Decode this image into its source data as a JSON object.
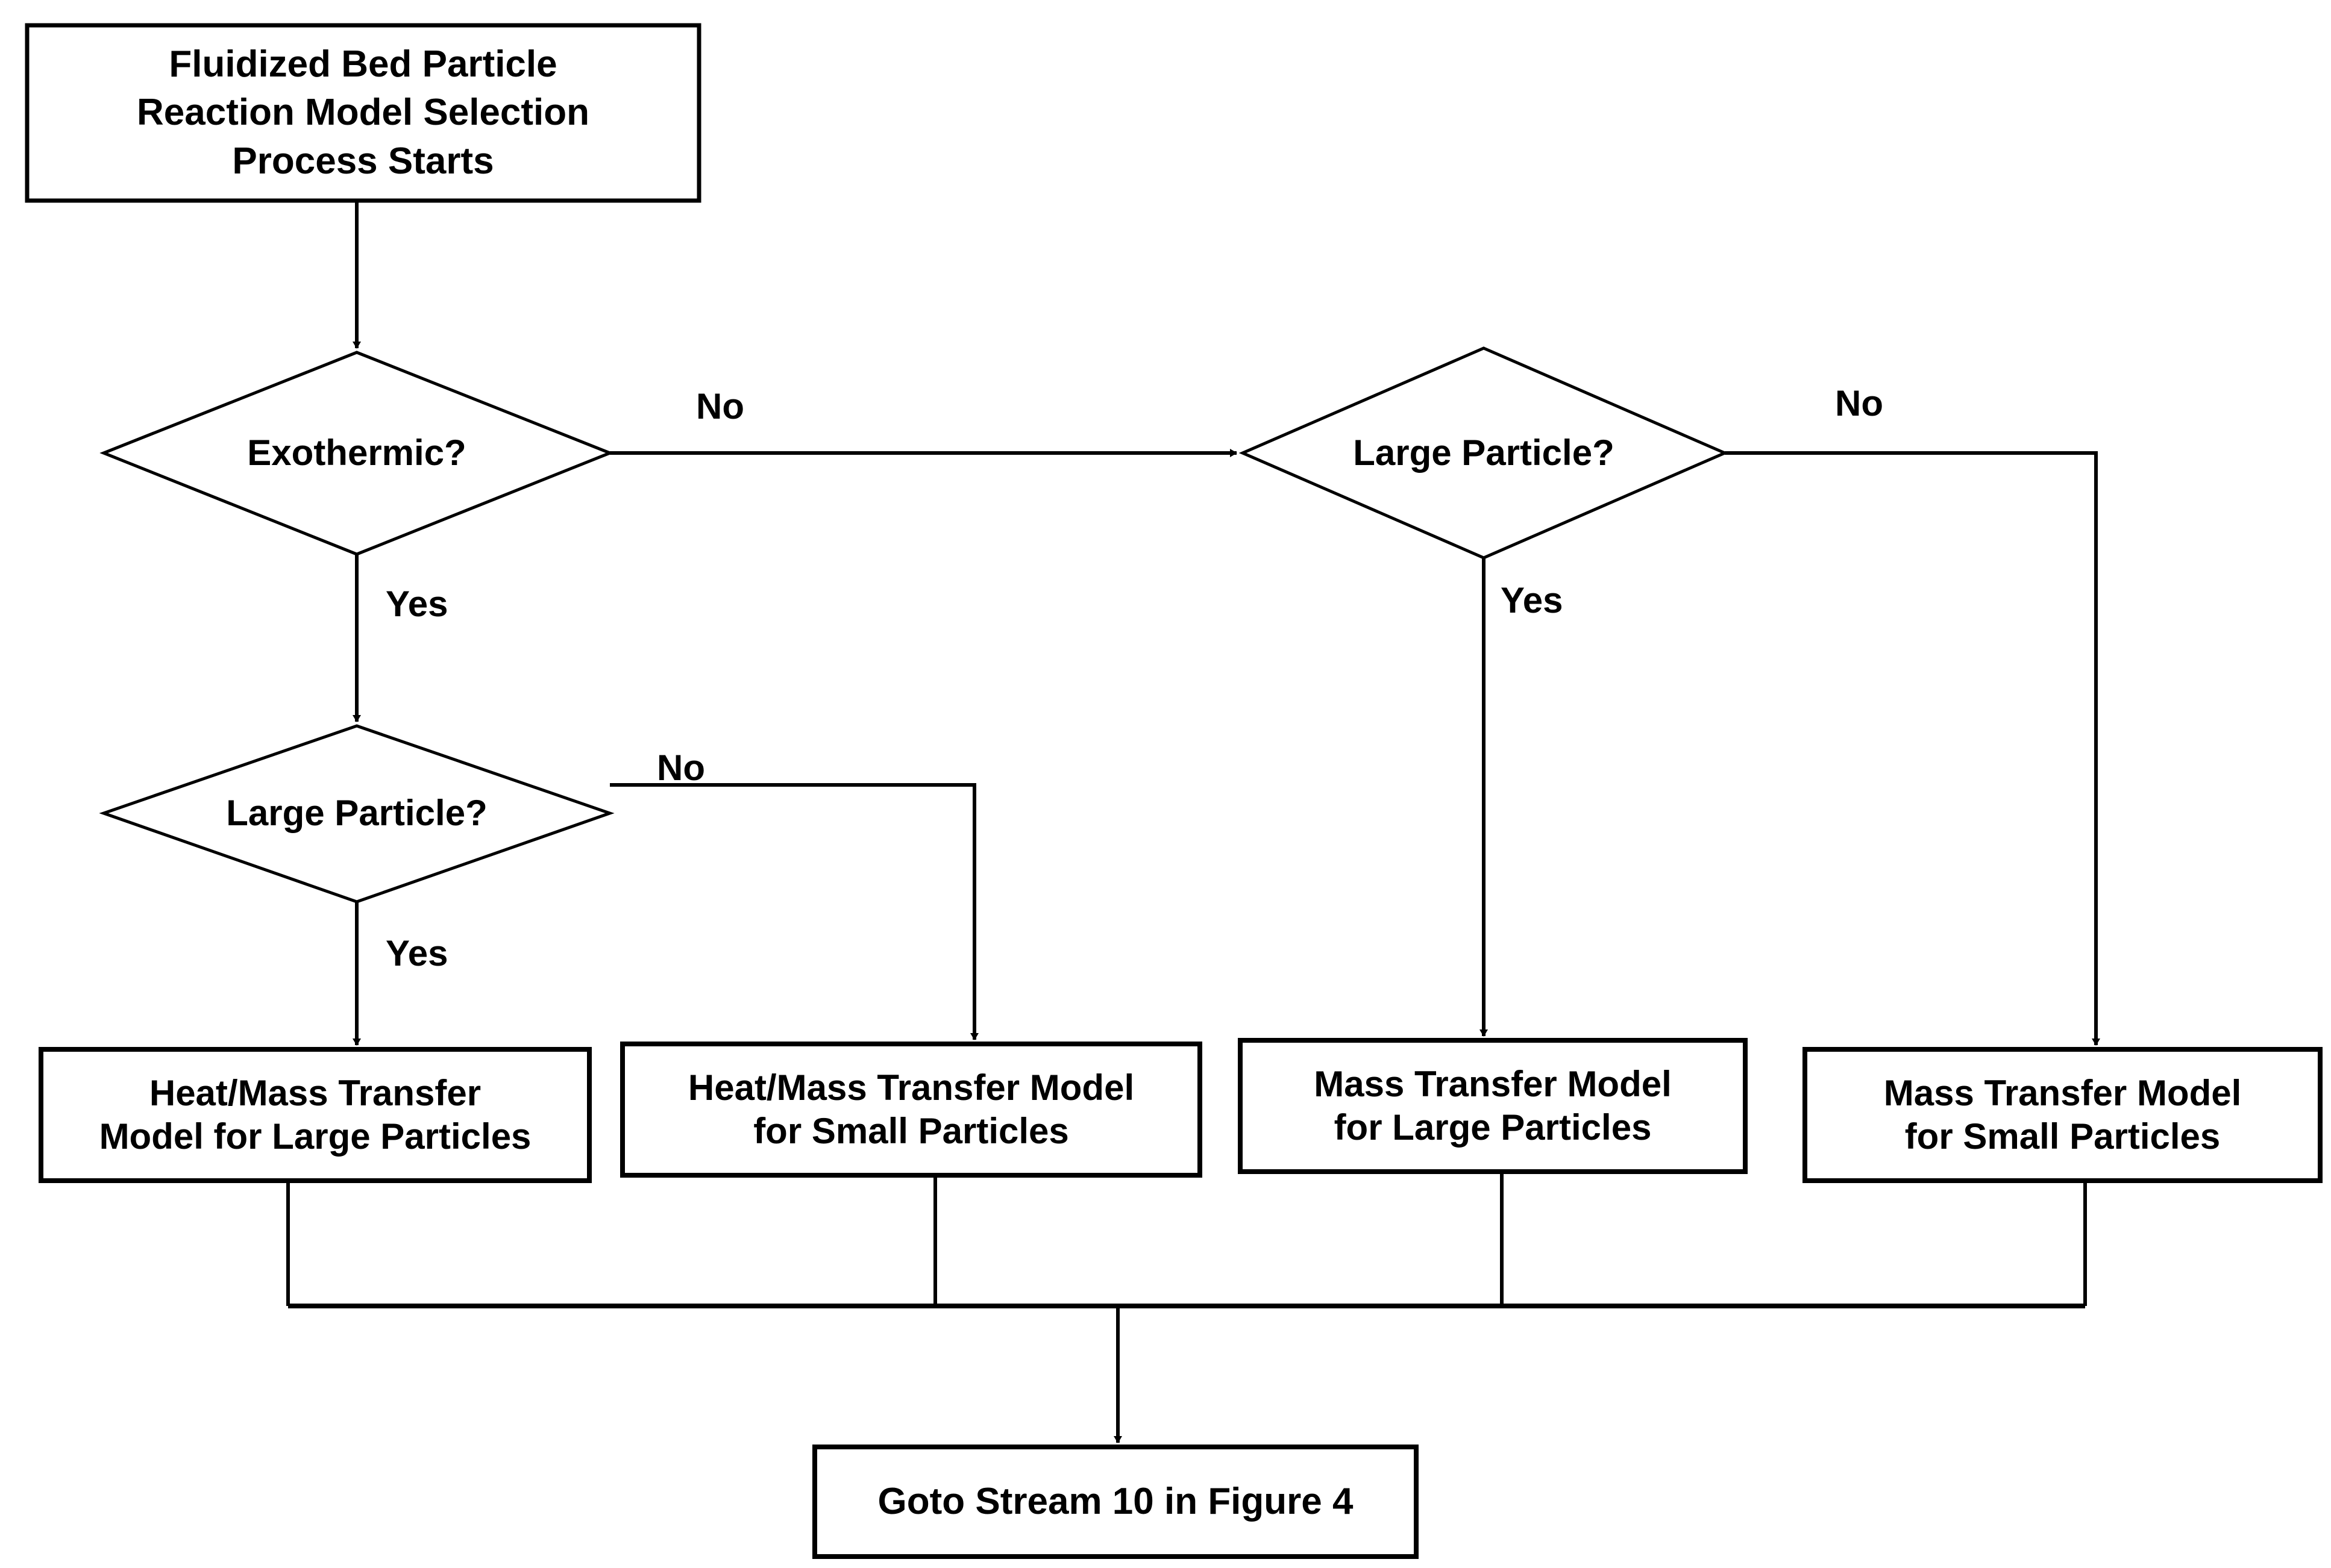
{
  "diagram": {
    "title": "Fluidized Bed Particle Reaction Model Selection Process",
    "type": "flowchart",
    "background_color": "#ffffff",
    "line_color": "#000000",
    "text_color": "#000000"
  },
  "nodes": {
    "start": {
      "shape": "process",
      "label": "Fluidized Bed Particle\nReaction Model Selection\nProcess Starts"
    },
    "decision_exothermic": {
      "shape": "decision",
      "label": "Exothermic?"
    },
    "decision_large_particle_right": {
      "shape": "decision",
      "label": "Large Particle?"
    },
    "decision_large_particle_left": {
      "shape": "decision",
      "label": "Large Particle?"
    },
    "heat_mass_large": {
      "shape": "process",
      "label": "Heat/Mass Transfer\nModel for Large Particles"
    },
    "heat_mass_small": {
      "shape": "process",
      "label": "Heat/Mass Transfer Model\nfor Small Particles"
    },
    "mass_large": {
      "shape": "process",
      "label": "Mass Transfer Model\nfor Large Particles"
    },
    "mass_small": {
      "shape": "process",
      "label": "Mass Transfer Model\nfor Small Particles"
    },
    "goto": {
      "shape": "process",
      "label": "Goto Stream 10 in Figure 4"
    }
  },
  "edge_labels": {
    "exothermic_no": "No",
    "exothermic_yes": "Yes",
    "large_right_no": "No",
    "large_right_yes": "Yes",
    "large_left_no": "No",
    "large_left_yes": "Yes"
  }
}
